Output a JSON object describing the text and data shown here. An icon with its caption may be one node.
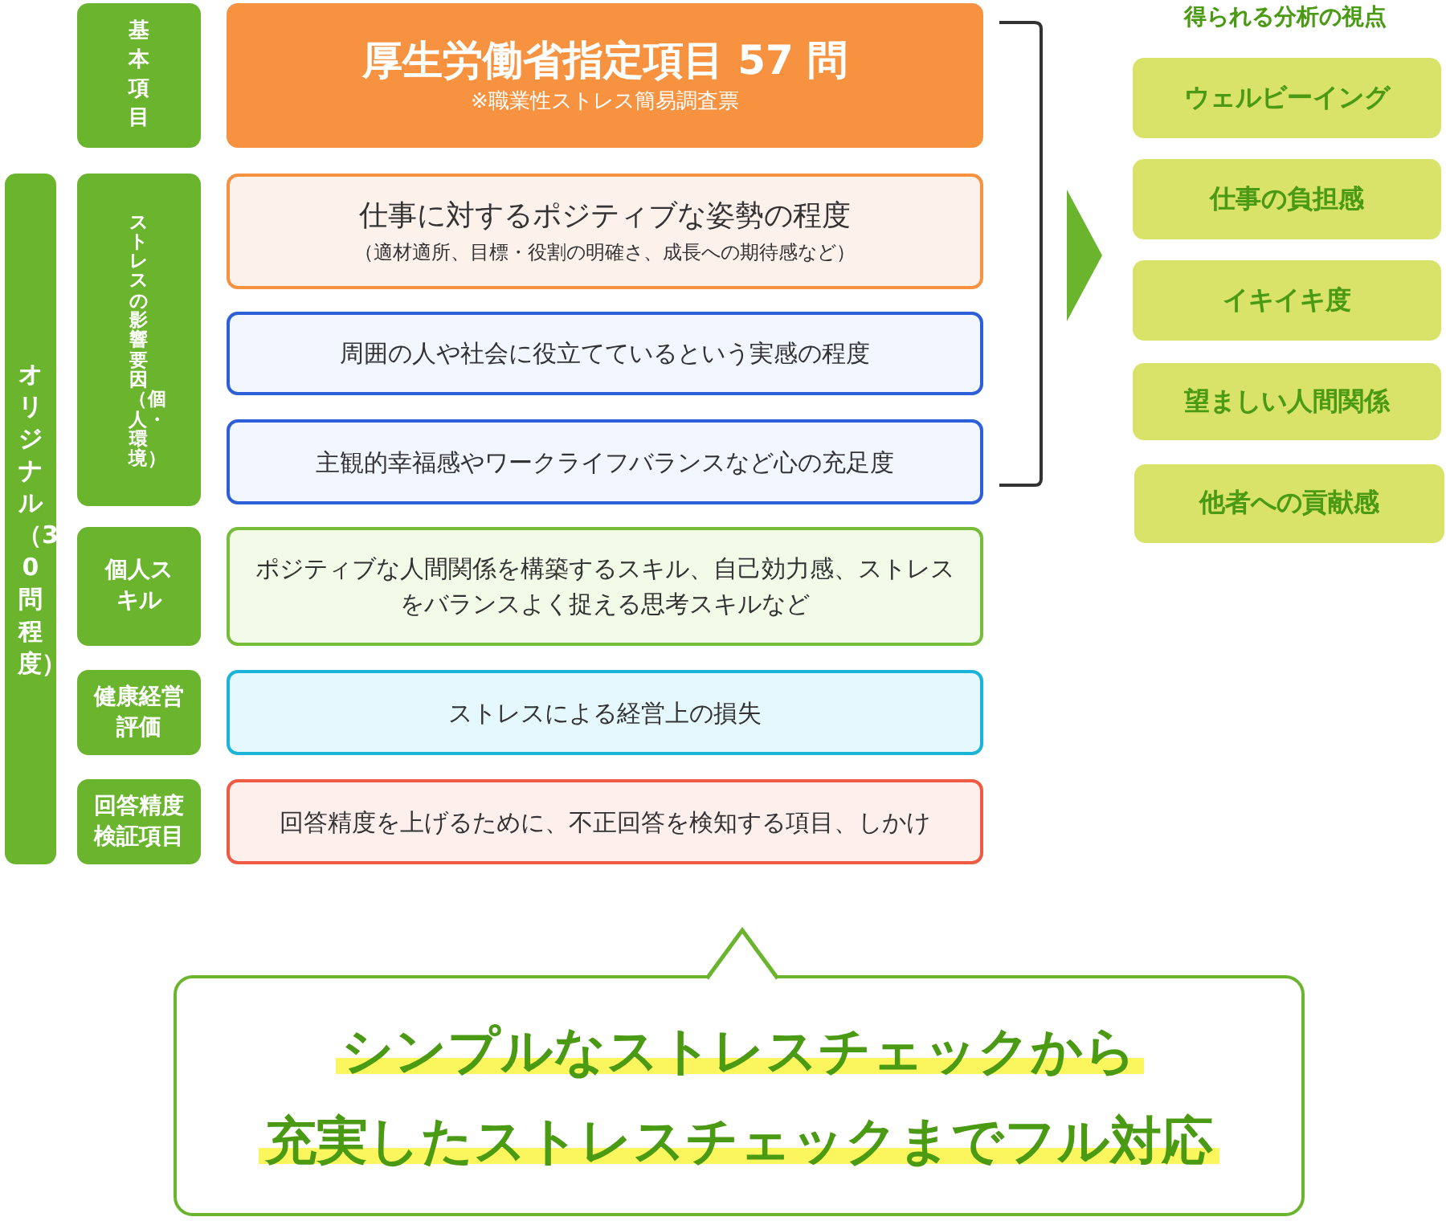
{
  "diagram": {
    "nodes": [
      {
        "text": [
          "オリジナル（30問程度）"
        ]
      },
      {
        "text": [
          "基本項目"
        ]
      },
      {
        "text": [
          "厚生労働省指定項目 57 問",
          "※職業性ストレス簡易調査票"
        ]
      },
      {
        "text": [
          "ストレスの影響要因（個人・環境）"
        ]
      },
      {
        "text": [
          "仕事に対するポジティブな姿勢の程度",
          "（適材適所、目標・役割の明確さ、成長への期待感など）"
        ]
      },
      {
        "text": [
          "周囲の人や社会に役立てているという実感の程度"
        ]
      },
      {
        "text": [
          "主観的幸福感やワークライフバランスなど心の充足度"
        ]
      },
      {
        "text": [
          "個人スキル"
        ]
      },
      {
        "text": [
          "ポジティブな人間関係を構築するスキル、自己効力感、ストレスをバランスよく捉える思考スキルなど"
        ]
      },
      {
        "text": [
          "健康経営評価"
        ]
      },
      {
        "text": [
          "ストレスによる経営上の損失"
        ]
      },
      {
        "text": [
          "回答精度検証項目"
        ]
      },
      {
        "text": [
          "回答精度を上げるために、不正回答を検知する項目、しかけ"
        ]
      },
      {
        "text": [
          "ウェルビーイング"
        ]
      },
      {
        "text": [
          "仕事の負担感"
        ]
      },
      {
        "text": [
          "イキイキ度"
        ]
      },
      {
        "text": [
          "望ましい人間関係"
        ]
      },
      {
        "text": [
          "他者への貢献感"
        ]
      },
      {
        "text": [
          "シンプルなストレスチェックから",
          "充実したストレスチェックまでフル対応"
        ]
      }
    ],
    "labels": [
      "得られる分析の視点"
    ]
  }
}
